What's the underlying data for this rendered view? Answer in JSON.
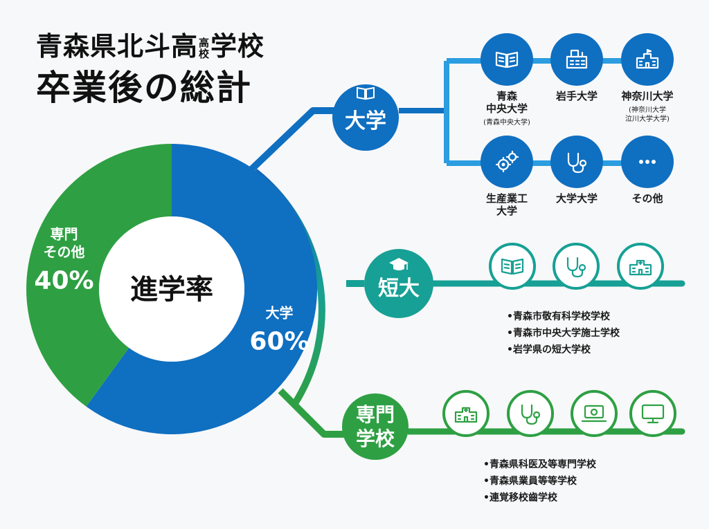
{
  "title": {
    "line1a": "青森県北斗高",
    "line1b": "高校",
    "line1c": "学校",
    "line2": "卒業後の総計"
  },
  "colors": {
    "blue": "#0f6fc1",
    "green": "#2ea043",
    "teal": "#17a095",
    "sky": "#2b9de0"
  },
  "chart_data": {
    "type": "pie",
    "center_label": "進学率",
    "slices": [
      {
        "label_lines": [
          "大学"
        ],
        "value": 60,
        "display": "60%"
      },
      {
        "label_lines": [
          "専門",
          "その他"
        ],
        "value": 40,
        "display": "40%"
      }
    ]
  },
  "hubs": {
    "university": {
      "label": "大学",
      "icon": "book-icon"
    },
    "junior": {
      "label": "短大",
      "icon": "graduation-cap-icon"
    },
    "vocational": {
      "label_lines": [
        "専門",
        "学校"
      ]
    }
  },
  "university_nodes": [
    {
      "icon": "open-book-icon",
      "label_lines": [
        "青森",
        "中央大学"
      ],
      "sub_lines": [
        "(青森中央大学)"
      ]
    },
    {
      "icon": "campus-building-icon",
      "label_lines": [
        "岩手大学"
      ],
      "sub_lines": []
    },
    {
      "icon": "school-building-icon",
      "label_lines": [
        "神奈川大学"
      ],
      "sub_lines": [
        "(神奈川大学",
        "泣川大学大学)"
      ]
    },
    {
      "icon": "gears-icon",
      "label_lines": [
        "生産業工",
        "大学"
      ],
      "sub_lines": []
    },
    {
      "icon": "stethoscope-icon",
      "label_lines": [
        "大学大学"
      ],
      "sub_lines": []
    },
    {
      "icon": "more-dots-icon",
      "label_lines": [
        "その他"
      ],
      "sub_lines": []
    }
  ],
  "junior_icons": [
    "open-book-icon",
    "stethoscope-icon",
    "hospital-building-icon"
  ],
  "junior_list": [
    "•青森市敬有科学校学校",
    "•青森市中央大学施士学校",
    "•岩学県の短大学校"
  ],
  "vocational_icons": [
    "hospital-building-icon",
    "stethoscope-icon",
    "laptop-gear-icon",
    "monitor-icon"
  ],
  "vocational_list": [
    "•青森県科医及等専門学校",
    "•青森県業員等等学校",
    "•連覚移校齒学校"
  ]
}
